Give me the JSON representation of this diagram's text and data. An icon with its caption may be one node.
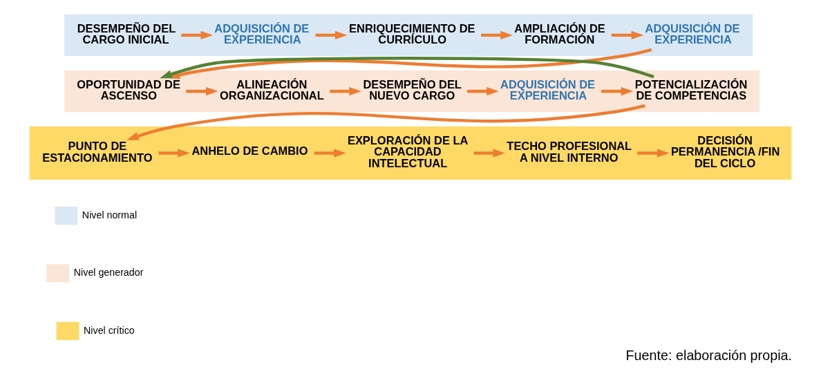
{
  "diagram": {
    "caption": "Fuente: elaboración propia.",
    "nodes": [
      {
        "text": [],
        "shape": "band"
      },
      {
        "text": [
          "DESEMPEÑO DEL CARGO INICIAL"
        ],
        "in": 0
      },
      {
        "text": [
          "ADQUISICIÓN DE EXPERIENCIA"
        ],
        "in": 0
      },
      {
        "text": [
          "ENRIQUECIMIENTO DE CURRÍCULO"
        ],
        "in": 0
      },
      {
        "text": [
          "AMPLIACIÓN DE FORMACIÓN"
        ],
        "in": 0
      },
      {
        "text": [
          "ADQUISICIÓN DE EXPERIENCIA"
        ],
        "in": 0
      },
      {
        "text": [],
        "shape": "band"
      },
      {
        "text": [
          "OPORTUNIDAD DE ASCENSO"
        ],
        "in": 6
      },
      {
        "text": [
          "ALINEACIÓN ORGANIZACIONAL"
        ],
        "in": 6
      },
      {
        "text": [
          "DESEMPEÑO DEL NUEVO CARGO"
        ],
        "in": 6
      },
      {
        "text": [
          "ADQUISICIÓN DE EXPERIENCIA"
        ],
        "in": 6
      },
      {
        "text": [
          "POTENCIALIZACIÓN DE COMPETENCIAS"
        ],
        "in": 6
      },
      {
        "text": [],
        "shape": "band"
      },
      {
        "text": [
          "PUNTO DE ESTACIONAMIENTO"
        ],
        "in": 12
      },
      {
        "text": [
          "ANHELO DE CAMBIO"
        ],
        "in": 12
      },
      {
        "text": [
          "EXPLORACIÓN DE LA CAPACIDAD INTELECTUAL"
        ],
        "in": 12
      },
      {
        "text": [
          "TECHO PROFESIONAL A NIVEL INTERNO"
        ],
        "in": 12
      },
      {
        "text": [
          "DECISIÓN PERMANENCIA /FIN DEL CICLO"
        ],
        "in": 12
      }
    ],
    "edges": [
      {
        "from": 1,
        "to": 2,
        "arrow": "to"
      },
      {
        "from": 2,
        "to": 3,
        "arrow": "to"
      },
      {
        "from": 3,
        "to": 4,
        "arrow": "to"
      },
      {
        "from": 4,
        "to": 5,
        "arrow": "to"
      },
      {
        "from": 5,
        "to": 7,
        "arrow": "to"
      },
      {
        "from": 7,
        "to": 8,
        "arrow": "to"
      },
      {
        "from": 8,
        "to": 9,
        "arrow": "to"
      },
      {
        "from": 9,
        "to": 10,
        "arrow": "to"
      },
      {
        "from": 10,
        "to": 11,
        "arrow": "to"
      },
      {
        "from": 11,
        "to": 7,
        "arrow": "to",
        "color": "#548235"
      },
      {
        "from": 11,
        "to": 13,
        "arrow": "to"
      },
      {
        "from": 13,
        "to": 14,
        "arrow": "to"
      },
      {
        "from": 14,
        "to": 15,
        "arrow": "to"
      },
      {
        "from": 15,
        "to": 16,
        "arrow": "to"
      },
      {
        "from": 16,
        "to": 17,
        "arrow": "to"
      }
    ],
    "legend": [
      {
        "text": "Nivel normal",
        "color": "#dae8f5"
      },
      {
        "text": "Nivel generador",
        "color": "#fbe5d6"
      },
      {
        "text": "Nivel crítico",
        "color": "#ffd966"
      }
    ]
  }
}
